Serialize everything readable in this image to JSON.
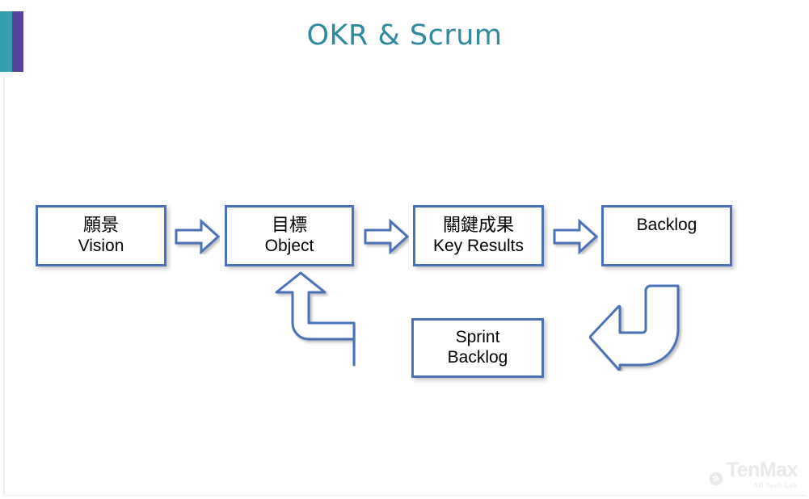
{
  "slide": {
    "title": "OKR & Scrum",
    "title_color": "#2e8a9d",
    "accent_teal": "#34a0ae",
    "accent_purple": "#58449b",
    "box_border_color": "#4a72b8",
    "background": "#ffffff"
  },
  "boxes": [
    {
      "id": "vision",
      "cn": "願景",
      "en": "Vision"
    },
    {
      "id": "object",
      "cn": "目標",
      "en": "Object"
    },
    {
      "id": "keyresults",
      "cn": "關鍵成果",
      "en": "Key Results"
    },
    {
      "id": "backlog",
      "cn": "",
      "en": "Backlog"
    },
    {
      "id": "sprint",
      "cn": "Sprint",
      "en": "Backlog"
    }
  ],
  "arrows": [
    {
      "id": "vision-to-object",
      "type": "right-block"
    },
    {
      "id": "object-to-keyresults",
      "type": "right-block"
    },
    {
      "id": "keyresults-to-backlog",
      "type": "right-block"
    },
    {
      "id": "sprint-to-object",
      "type": "bent-up-left"
    },
    {
      "id": "backlog-to-sprint",
      "type": "bent-down-left"
    }
  ],
  "logo": {
    "word": "TenMax",
    "sub": "AD Tech Lab"
  }
}
